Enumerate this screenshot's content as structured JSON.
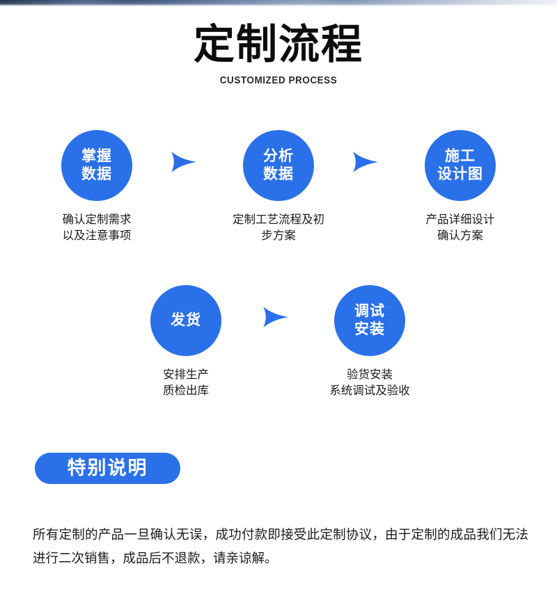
{
  "theme": {
    "accent_blue": "#2a70e8",
    "text_dark": "#1a1a1a",
    "background": "#ffffff"
  },
  "banner": {
    "name": "top-photo-edge-gradient"
  },
  "header": {
    "title": "定制流程",
    "subtitle": "CUSTOMIZED PROCESS"
  },
  "flow": {
    "rows": [
      {
        "nodes": [
          {
            "bubble_lines": [
              "掌握",
              "数据"
            ],
            "caption_lines": [
              "确认定制需求",
              "以及注意事项"
            ]
          },
          {
            "bubble_lines": [
              "分析",
              "数据"
            ],
            "caption_lines": [
              "定制工艺流程及初",
              "步方案"
            ]
          },
          {
            "bubble_lines": [
              "施工",
              "设计图"
            ],
            "caption_lines": [
              "产品详细设计",
              "确认方案"
            ]
          }
        ]
      },
      {
        "nodes": [
          {
            "bubble_lines": [
              "发货"
            ],
            "caption_lines": [
              "安排生产",
              "质检出库"
            ]
          },
          {
            "bubble_lines": [
              "调试",
              "安装"
            ],
            "caption_lines": [
              "验货安装",
              "系统调试及验收"
            ]
          }
        ]
      }
    ],
    "arrow_icon": "arrow-right-icon",
    "arrow_count": 3
  },
  "note": {
    "badge_label": "特别说明",
    "body": "所有定制的产品一旦确认无误，成功付款即接受此定制协议，由于定制的成品我们无法进行二次销售，成品后不退款，请亲谅解。"
  }
}
